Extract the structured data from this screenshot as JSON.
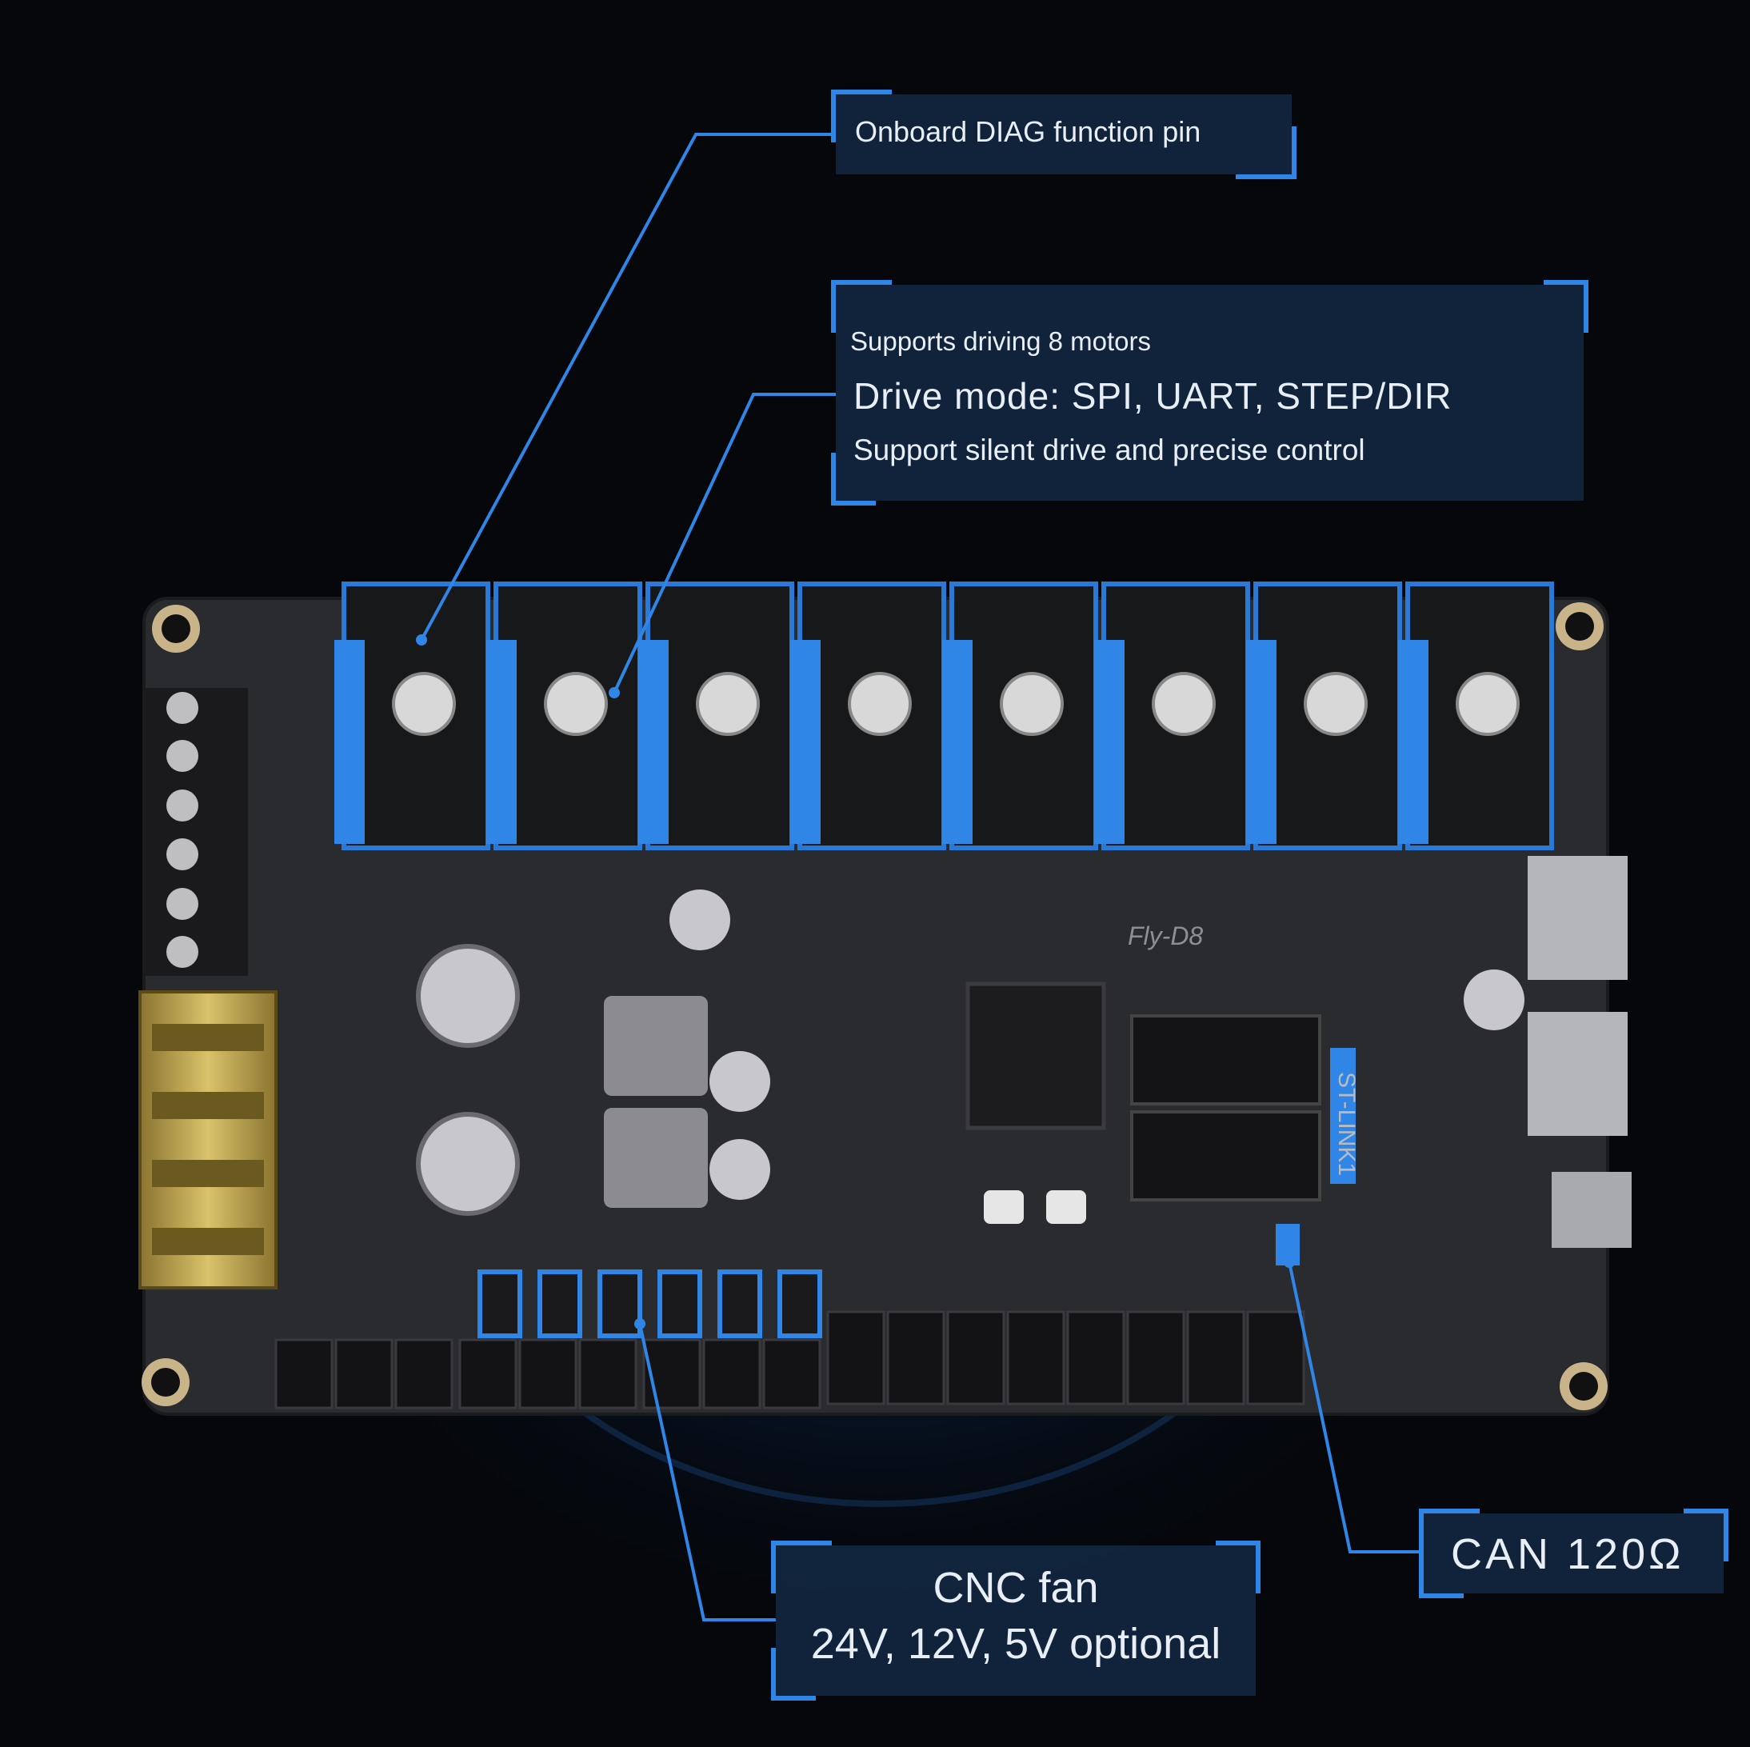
{
  "callouts": {
    "diag": {
      "text": "Onboard DIAG function pin"
    },
    "drive": {
      "line1": "Supports driving 8 motors",
      "line2": "Drive mode: SPI, UART, STEP/DIR",
      "line3": "Support silent drive and precise control"
    },
    "fan": {
      "line1": "CNC fan",
      "line2": "24V, 12V, 5V optional"
    },
    "can": {
      "text": "CAN 120Ω"
    }
  },
  "board": {
    "label": "Fly-D8",
    "header_label": "ST-LINK1",
    "driver_count": 8,
    "fan_header_count": 6
  },
  "colors": {
    "background": "#05070b",
    "pcb": "#2a2b2e",
    "accent_blue": "#2f86e6",
    "callout_fill": "#122842"
  }
}
